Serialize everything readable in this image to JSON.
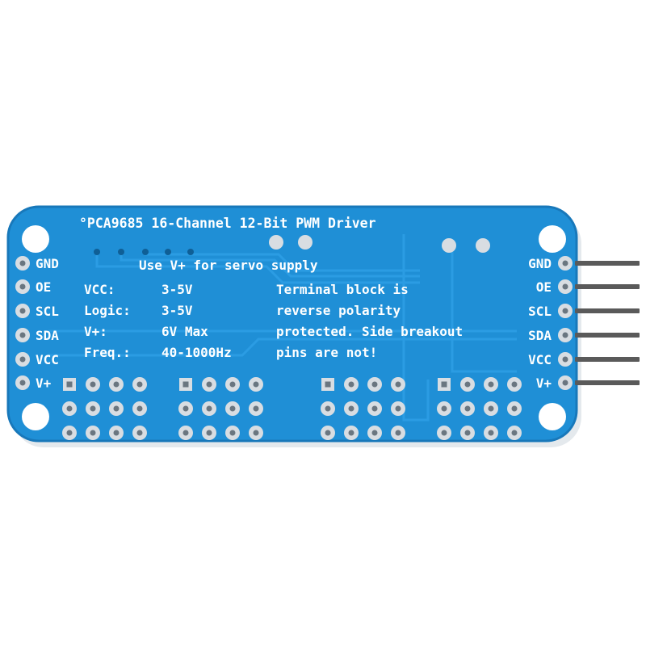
{
  "board": {
    "title": "°PCA9685 16-Channel 12-Bit PWM Driver",
    "servo_note": "Use V+ for servo supply",
    "specs": [
      {
        "label": "VCC:",
        "value": "3-5V"
      },
      {
        "label": "Logic:",
        "value": "3-5V"
      },
      {
        "label": "V+:",
        "value": "6V Max"
      },
      {
        "label": "Freq.:",
        "value": "40-1000Hz"
      }
    ],
    "note_lines": [
      "Terminal block is",
      "reverse polarity",
      "protected. Side breakout",
      "pins are not!"
    ],
    "left_pins": [
      "GND",
      "OE",
      "SCL",
      "SDA",
      "VCC",
      "V+"
    ],
    "right_pins": [
      "GND",
      "OE",
      "SCL",
      "SDA",
      "VCC",
      "V+"
    ],
    "colors": {
      "pcb": "#1f8fd6",
      "pcb_edge": "#1878ba",
      "silkscreen": "#ffffff",
      "pad": "#d8dde2",
      "header_pin": "#5a5a5a"
    }
  }
}
